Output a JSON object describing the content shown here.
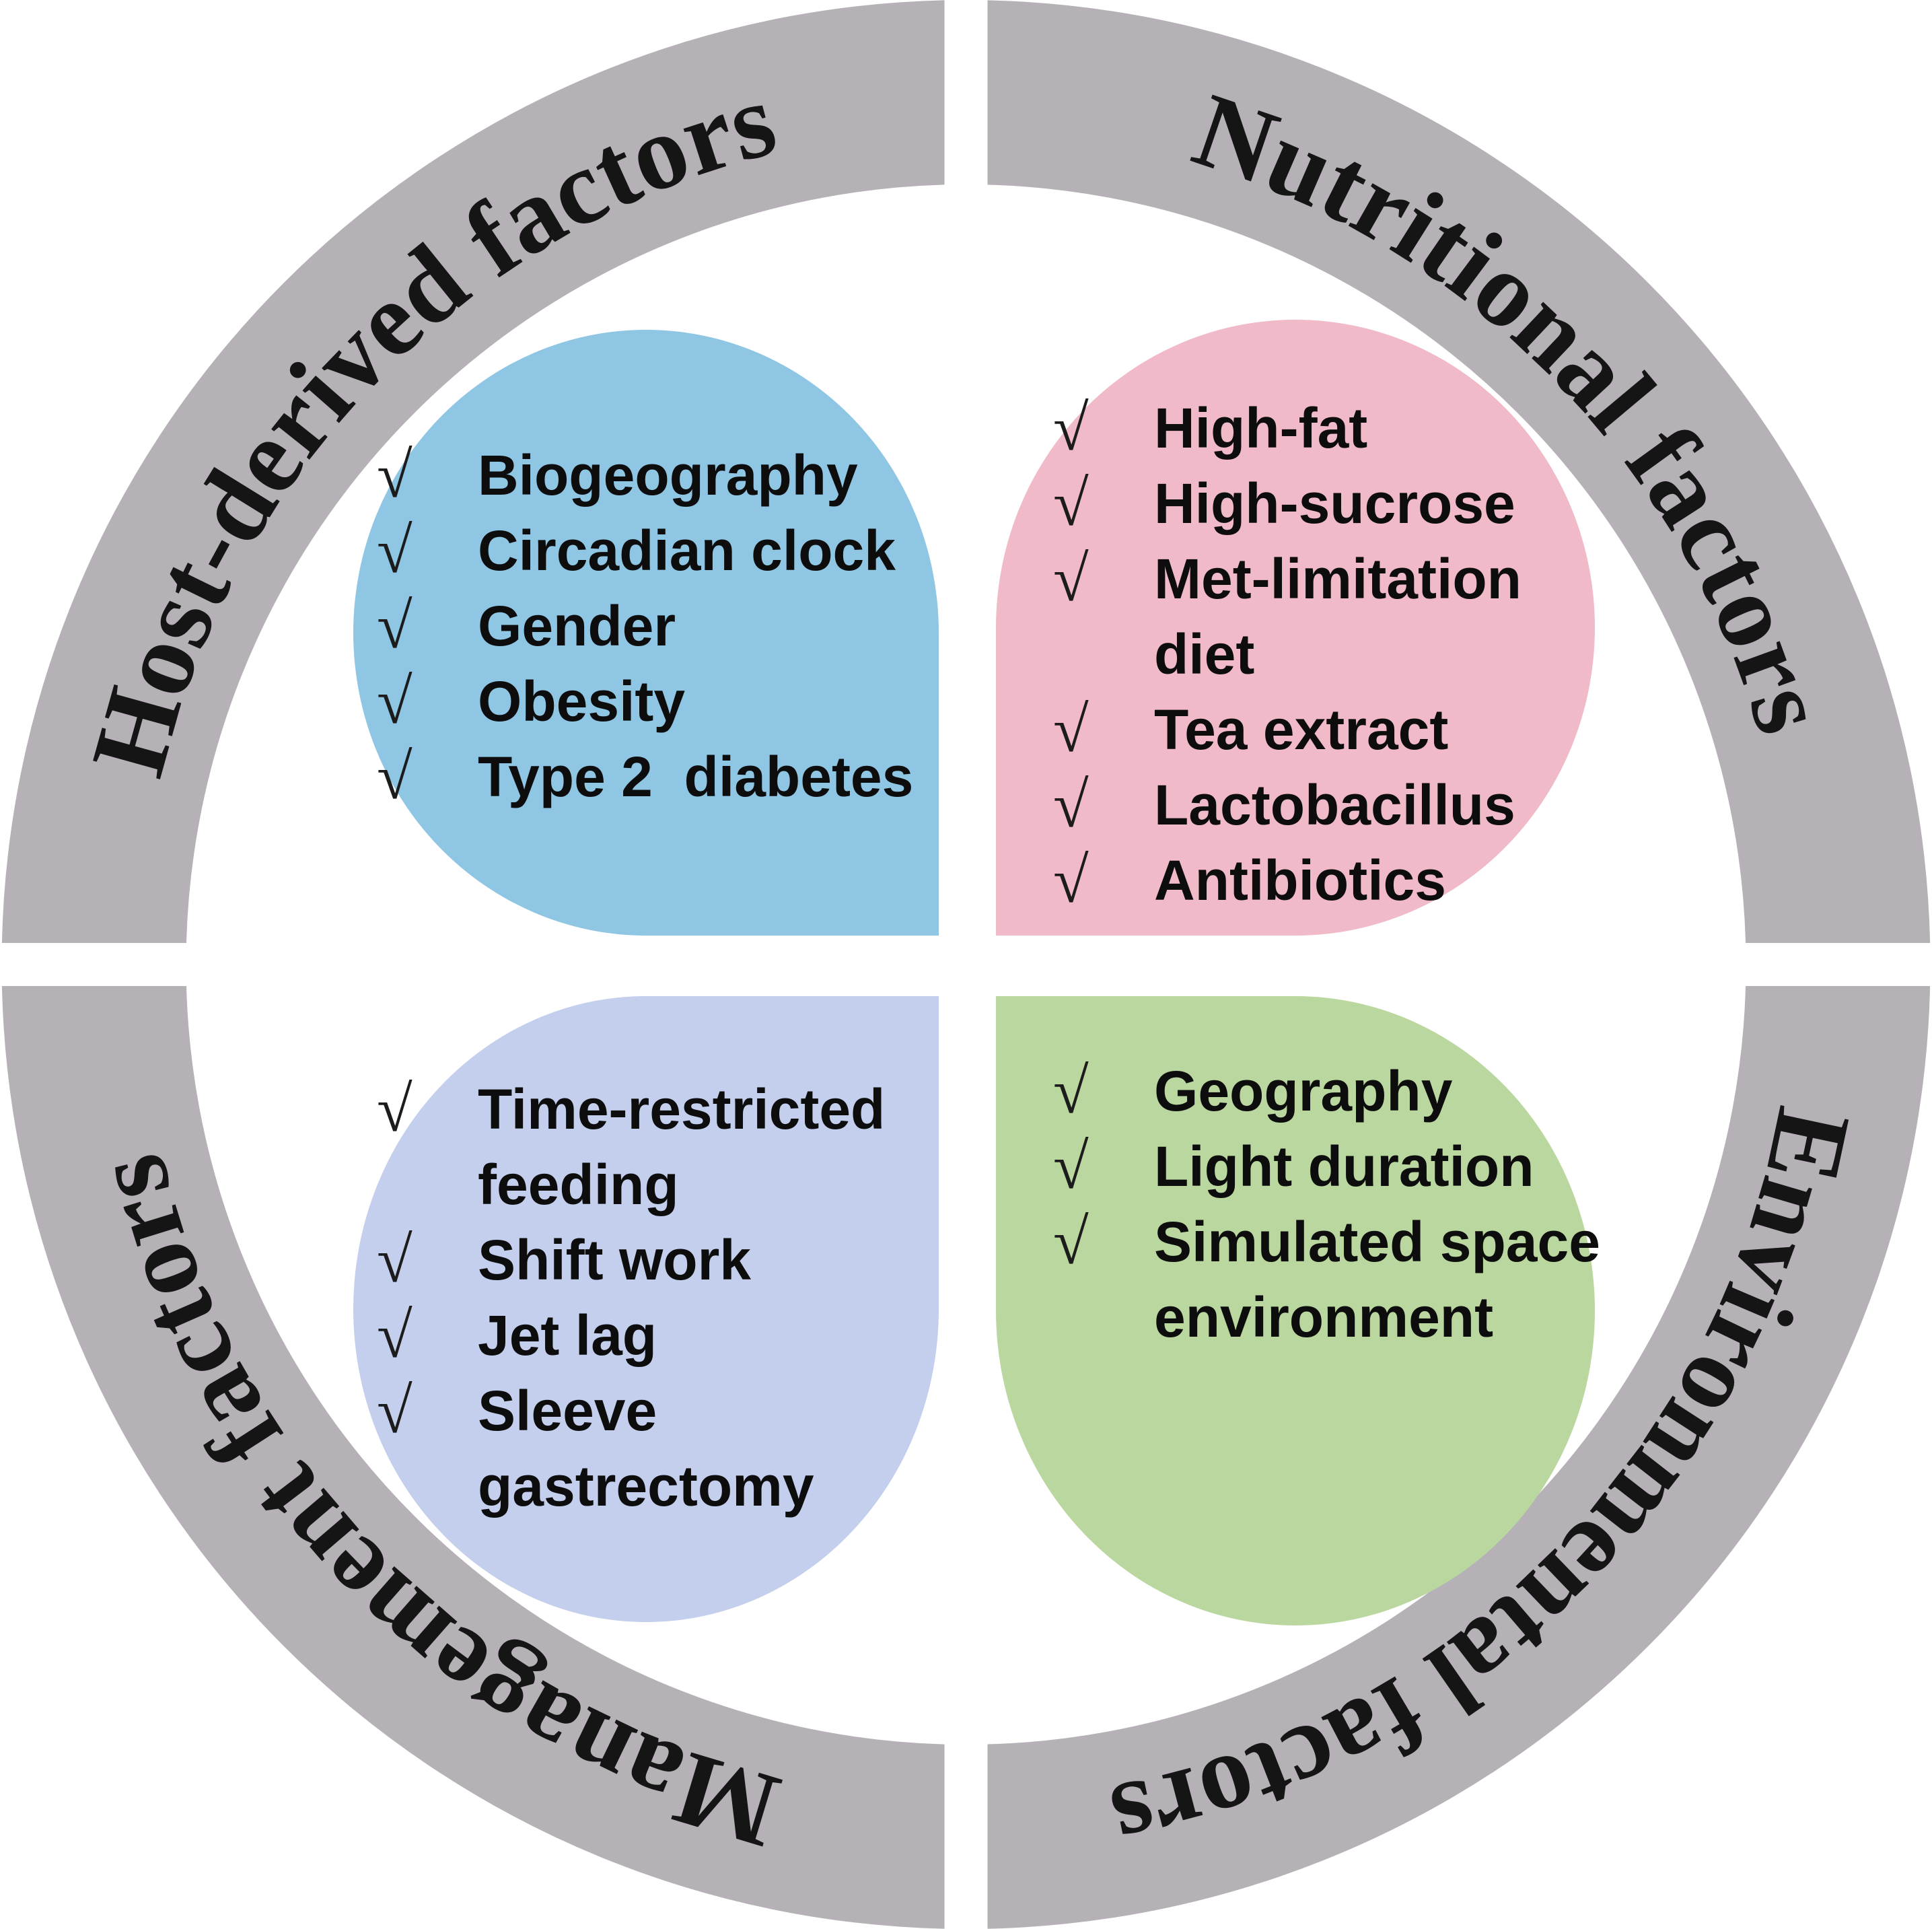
{
  "ring": {
    "color": "#b5b1b6",
    "segments": {
      "top_left": {
        "label": "Host-derived factors"
      },
      "top_right": {
        "label": "Nutritional factors"
      },
      "bottom_left": {
        "label": "Management factors"
      },
      "bottom_right": {
        "label": "Environmental factors"
      }
    }
  },
  "icons": {
    "check": "√"
  },
  "petals": {
    "host_derived": {
      "color": "#8fc6e4",
      "items": [
        {
          "label": "Biogeography"
        },
        {
          "label": "Circadian clock"
        },
        {
          "label": "Gender"
        },
        {
          "label": "Obesity"
        },
        {
          "label": "Type 2  diabetes"
        }
      ]
    },
    "nutritional": {
      "color": "#f0bac8",
      "items": [
        {
          "label": "High-fat"
        },
        {
          "label": "High-sucrose"
        },
        {
          "label": "Met-limitation diet"
        },
        {
          "label": "Tea extract"
        },
        {
          "label": "Lactobacillus"
        },
        {
          "label": "Antibiotics"
        }
      ]
    },
    "management": {
      "color": "#c3cfec",
      "items": [
        {
          "label": "Time-restricted feeding"
        },
        {
          "label": "Shift work"
        },
        {
          "label": "Jet lag"
        },
        {
          "label": "Sleeve gastrectomy"
        }
      ]
    },
    "environmental": {
      "color": "#b9d79e",
      "items": [
        {
          "label": "Geography"
        },
        {
          "label": "Light duration"
        },
        {
          "label": "Simulated space environment"
        }
      ]
    }
  }
}
